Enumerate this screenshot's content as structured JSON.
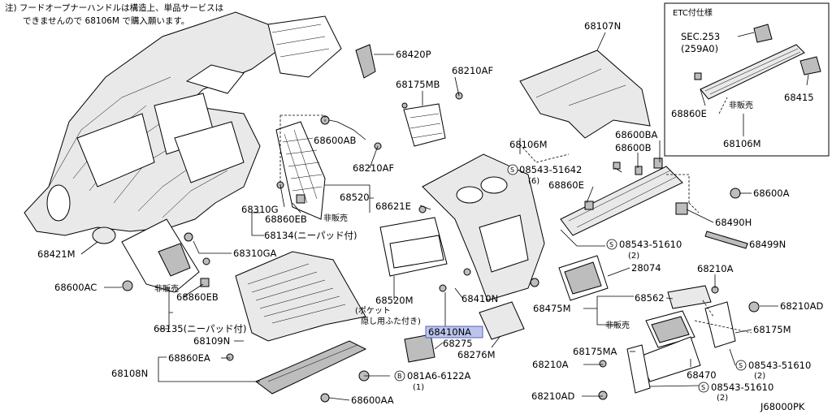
{
  "notes": {
    "line1": "注) フードオープナーハンドルは構造上、単品サービスは",
    "line2": "できませんので 68106M で購入願います。"
  },
  "etc_box": {
    "title": "ETC付仕様"
  },
  "labels": {
    "p68420P": "68420P",
    "p68107N": "68107N",
    "p68175MB": "68175MB",
    "p68210AF_a": "68210AF",
    "p68600AB": "68600AB",
    "p68210AF_b": "68210AF",
    "p68106M_a": "68106M",
    "p68600BA": "68600BA",
    "p68600B": "68600B",
    "p08543_51642": "08543-51642",
    "p08543_51642_qty": "(6)",
    "p68860E_a": "68860E",
    "p68520": "68520",
    "p68621E": "68621E",
    "p68310G": "68310G",
    "p68860EB_a": "68860EB",
    "not_sold_a": "非販売",
    "p68134": "68134(ニーパッド付)",
    "p68421M": "68421M",
    "p68310GA": "68310GA",
    "p68600AC": "68600AC",
    "not_sold_b": "非販売",
    "p68860EB_b": "68860EB",
    "p68135": "68135(ニーパッド付)",
    "p68109N": "68109N",
    "p68860EA": "68860EA",
    "p68108N": "68108N",
    "p68600AA": "68600AA",
    "p081A6_6122A": "081A6-6122A",
    "p081A6_6122A_qty": "(1)",
    "p68520M": "68520M",
    "pocket_note1": "(ポケット",
    "pocket_note2": "隠し用ふた付き)",
    "p68410N": "68410N",
    "p68410NA": "68410NA",
    "p68275": "68275",
    "p68276M": "68276M",
    "p68600A": "68600A",
    "p68490H": "68490H",
    "p08543_51610_a": "08543-51610",
    "p08543_51610_a_qty": "(2)",
    "p68499N": "68499N",
    "p28074": "28074",
    "p68210A_a": "68210A",
    "p68562": "68562",
    "p68210AD_a": "68210AD",
    "p68475M": "68475M",
    "not_sold_c": "非販売",
    "p68175M": "68175M",
    "p68175MA": "68175MA",
    "p68210A_b": "68210A",
    "p68470": "68470",
    "p08543_51610_b": "08543-51610",
    "p08543_51610_b_qty": "(2)",
    "p08543_51610_c": "08543-51610",
    "p08543_51610_c_qty": "(2)",
    "p68210AD_b": "68210AD",
    "sec253": "SEC.253",
    "sec253_sub": "(259A0)",
    "p68860E_b": "68860E",
    "not_sold_etc": "非販売",
    "p68415": "68415",
    "p68106M_b": "68106M",
    "s_symbol": "S",
    "b_symbol": "B"
  },
  "footer": {
    "diagram_code": "J68000PK"
  },
  "colors": {
    "highlight": "#bcc4ee"
  }
}
